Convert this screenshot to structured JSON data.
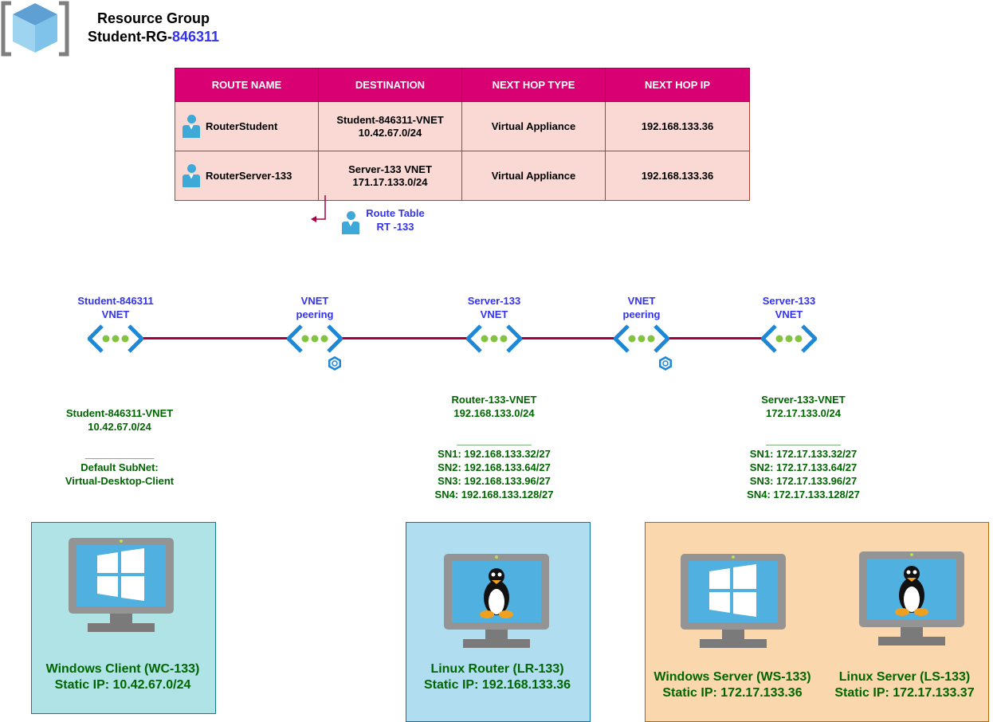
{
  "resource_group": {
    "title_line1": "Resource Group",
    "title_prefix": "Student-RG-",
    "title_id": "846311"
  },
  "route_table": {
    "headers": [
      "ROUTE NAME",
      "DESTINATION",
      "NEXT HOP TYPE",
      "NEXT HOP IP"
    ],
    "rows": [
      {
        "name": "RouterStudent",
        "dest_line1": "Student-846311-VNET",
        "dest_line2": "10.42.67.0/24",
        "hop_type": "Virtual Appliance",
        "hop_ip": "192.168.133.36"
      },
      {
        "name": "RouterServer-133",
        "dest_line1": "Server-133 VNET",
        "dest_line2": "171.17.133.0/24",
        "hop_type": "Virtual Appliance",
        "hop_ip": "192.168.133.36"
      }
    ],
    "label_line1": "Route Table",
    "label_line2": "RT -133"
  },
  "vnet_nodes": [
    {
      "line1": "Student-846311",
      "line2": "VNET"
    },
    {
      "line1": "VNET",
      "line2": "peering"
    },
    {
      "line1": "Server-133",
      "line2": "VNET"
    },
    {
      "line1": "VNET",
      "line2": "peering"
    },
    {
      "line1": "Server-133",
      "line2": "VNET"
    }
  ],
  "student_vnet_info": {
    "name": "Student-846311-VNET",
    "cidr": "10.42.67.0/24",
    "separator": "____________",
    "subnet_line1": "Default SubNet:",
    "subnet_line2": "Virtual-Desktop-Client"
  },
  "router_vnet_info": {
    "name": "Router-133-VNET",
    "cidr": "192.168.133.0/24",
    "separator": "_____________",
    "subnets": [
      "SN1:  192.168.133.32/27",
      "SN2:  192.168.133.64/27",
      "SN3:  192.168.133.96/27",
      "SN4:  192.168.133.128/27"
    ]
  },
  "server_vnet_info": {
    "name": "Server-133-VNET",
    "cidr": "172.17.133.0/24",
    "separator": "_____________",
    "subnets": [
      "SN1:  172.17.133.32/27",
      "SN2:  172.17.133.64/27",
      "SN3:  172.17.133.96/27",
      "SN4:  172.17.133.128/27"
    ]
  },
  "machines": {
    "windows_client": {
      "name": "Windows Client (WC-133)",
      "ip": "Static IP: 10.42.67.0/24"
    },
    "linux_router": {
      "name": "Linux Router (LR-133)",
      "ip": "Static IP: 192.168.133.36"
    },
    "windows_server": {
      "name": "Windows Server (WS-133)",
      "ip": "Static IP: 172.17.133.36"
    },
    "linux_server": {
      "name": "Linux Server (LS-133)",
      "ip": "Static IP: 172.17.133.37"
    }
  },
  "colors": {
    "link": "#a50040",
    "table_header": "#d80073",
    "table_cell": "#fad9d5",
    "client_box": "#b0e3e6",
    "router_box": "#b1ddf0",
    "server_box": "#fad7ac",
    "blue_text": "#3333ee",
    "green_text": "#006600"
  }
}
